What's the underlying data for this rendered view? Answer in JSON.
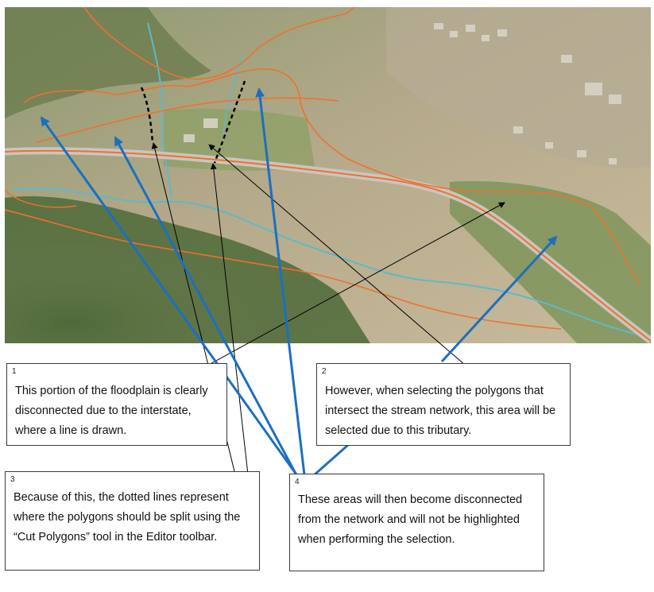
{
  "notes": [
    {
      "number": "1",
      "text": "This portion of the floodplain is clearly disconnected due to the interstate, where a line is drawn."
    },
    {
      "number": "2",
      "text": "However, when selecting the polygons that intersect the stream network, this area will be selected due to this tributary."
    },
    {
      "number": "3",
      "text": "Because of this, the dotted lines represent where the polygons should be split using the “Cut Polygons” tool in the Editor toolbar."
    },
    {
      "number": "4",
      "text": "These areas will then become disconnected from the network and will not be highlighted when performing the selection."
    }
  ],
  "colors": {
    "floodplain_line": "#f07030",
    "stream": "#5fb8c8",
    "blue_arrow": "#1c6fc0",
    "black_arrow": "#000000",
    "road": "#c9c6bf"
  }
}
